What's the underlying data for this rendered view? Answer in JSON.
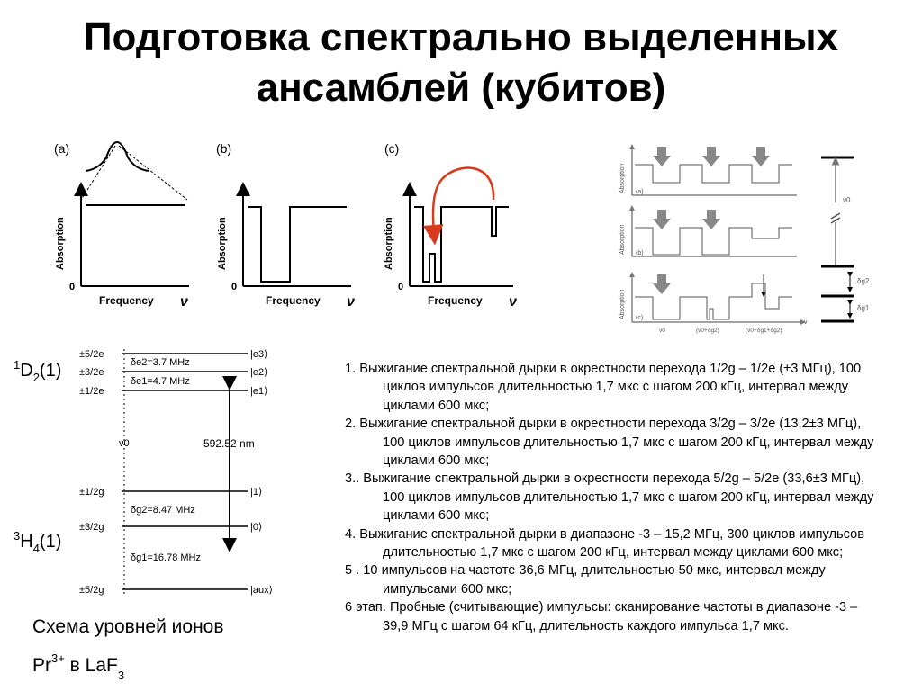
{
  "title": "Подготовка спектрально выделенных ансамблей (кубитов)",
  "panels_left": {
    "label_a": "(a)",
    "label_b": "(b)",
    "label_c": "(c)",
    "ylabel": "Absorption",
    "xlabel": "Frequency",
    "nu": "ν",
    "zero": "0"
  },
  "panels_right": {
    "ylabel": "Absorption",
    "label_a": "(a)",
    "label_b": "(b)",
    "label_c": "(c)",
    "nu": "ν",
    "nu0": "ν0",
    "nu0b": "ν0",
    "x1": "ν0",
    "x2": "(ν0+δg2)",
    "x3": "(ν0+δg1+δg2)",
    "dg2": "δg2",
    "dg1": "δg1"
  },
  "levels": {
    "upper_state": "D",
    "upper_state_sup": "1",
    "upper_state_sub": "2",
    "upper_state_suffix": "(1)",
    "lower_state": "H",
    "lower_state_sup": "3",
    "lower_state_sub": "4",
    "lower_state_suffix": "(1)",
    "e_levels": [
      "±5/2e",
      "±3/2e",
      "±1/2e"
    ],
    "e_kets": [
      "|e3⟩",
      "|e2⟩",
      "|e1⟩"
    ],
    "g_levels": [
      "±1/2g",
      "±3/2g",
      "±5/2g"
    ],
    "g_kets": [
      "|1⟩",
      "|0⟩",
      "|aux⟩"
    ],
    "de2": "δe2=3.7 MHz",
    "de1": "δe1=4.7 MHz",
    "dg2": "δg2=8.47 MHz",
    "dg1": "δg1=16.78 MHz",
    "nu0": "ν0",
    "wavelength": "592.52 nm"
  },
  "caption": {
    "line1": "Схема уровней ионов",
    "ion": "Pr",
    "ion_charge": "3+",
    "in": " в ",
    "host": "LaF",
    "host_sub": "3"
  },
  "steps": [
    "1. Выжигание спектральной дырки в окрестности перехода 1/2g – 1/2e (±3 МГц), 100 циклов импульсов длительностью 1,7 мкс с шагом 200 кГц, интервал между циклами 600 мкс;",
    "2.  Выжигание спектральной дырки в окрестности перехода 3/2g – 3/2e (13,2±3 МГц), 100 циклов импульсов длительностью 1,7 мкс с шагом 200 кГц, интервал между циклами 600 мкс;",
    "3.. Выжигание спектральной дырки в окрестности перехода 5/2g – 5/2e (33,6±3 МГц), 100 циклов импульсов длительностью 1,7 мкс с шагом 200 кГц, интервал между циклами 600 мкс;",
    " 4. Выжигание спектральной дырки в диапазоне -3 – 15,2 МГц, 300 циклов импульсов длительностью 1,7 мкс с шагом 200 кГц, интервал между циклами 600 мкс;",
    "5 . 10 импульсов на частоте 36,6 МГц, длительностью 50 мкс, интервал между импульсами 600 мкс;",
    "6 этап. Пробные (считывающие) импульсы: сканирование частоты в диапазоне -3 – 39,9 МГц с шагом 64 кГц, длительность каждого импульса 1,7 мкс."
  ]
}
